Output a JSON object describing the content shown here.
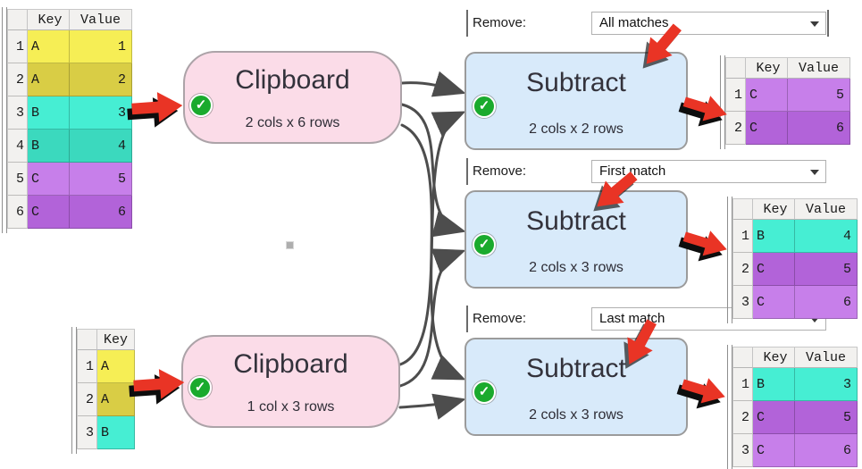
{
  "palette": {
    "node_pink": "#fbdce8",
    "node_blue": "#d8eafa",
    "connector_gray": "#4d4d4d",
    "arrow_red": "#e93425",
    "check_green": "#1aaa2d",
    "yellow_light": "#f6ee55",
    "yellow_dark": "#d9cd45",
    "teal_light": "#46eed3",
    "teal_dark": "#3bd9be",
    "purple_light": "#c77fea",
    "purple_dark": "#b263d9"
  },
  "icons": {
    "check": "✓"
  },
  "left": {
    "table6": {
      "headers": [
        "Key",
        "Value"
      ],
      "rows": [
        {
          "n": "1",
          "key": "A",
          "value": "1",
          "bg": "#f6ee55"
        },
        {
          "n": "2",
          "key": "A",
          "value": "2",
          "bg": "#d9cd45"
        },
        {
          "n": "3",
          "key": "B",
          "value": "3",
          "bg": "#46eed3"
        },
        {
          "n": "4",
          "key": "B",
          "value": "4",
          "bg": "#3bd9be"
        },
        {
          "n": "5",
          "key": "C",
          "value": "5",
          "bg": "#c77fea"
        },
        {
          "n": "6",
          "key": "C",
          "value": "6",
          "bg": "#b263d9"
        }
      ]
    },
    "table3": {
      "headers": [
        "Key"
      ],
      "rows": [
        {
          "n": "1",
          "key": "A",
          "bg": "#f6ee55"
        },
        {
          "n": "2",
          "key": "A",
          "bg": "#d9cd45"
        },
        {
          "n": "3",
          "key": "B",
          "bg": "#46eed3"
        }
      ]
    }
  },
  "nodes": {
    "clipboard1": {
      "title": "Clipboard",
      "subtitle": "2 cols x 6 rows"
    },
    "clipboard2": {
      "title": "Clipboard",
      "subtitle": "1 col x 3 rows"
    },
    "subtract1": {
      "title": "Subtract",
      "subtitle": "2 cols x 2 rows"
    },
    "subtract2": {
      "title": "Subtract",
      "subtitle": "2 cols x 3 rows"
    },
    "subtract3": {
      "title": "Subtract",
      "subtitle": "2 cols x 3 rows"
    }
  },
  "options": {
    "row1": {
      "label": "Remove:",
      "value": "All matches"
    },
    "row2": {
      "label": "Remove:",
      "value": "First match"
    },
    "row3": {
      "label": "Remove:",
      "value": "Last match"
    }
  },
  "results": {
    "table1": {
      "headers": [
        "Key",
        "Value"
      ],
      "rows": [
        {
          "n": "1",
          "key": "C",
          "value": "5",
          "bg": "#c77fea"
        },
        {
          "n": "2",
          "key": "C",
          "value": "6",
          "bg": "#b263d9"
        }
      ]
    },
    "table2": {
      "headers": [
        "Key",
        "Value"
      ],
      "rows": [
        {
          "n": "1",
          "key": "B",
          "value": "4",
          "bg": "#46eed3"
        },
        {
          "n": "2",
          "key": "C",
          "value": "5",
          "bg": "#b263d9"
        },
        {
          "n": "3",
          "key": "C",
          "value": "6",
          "bg": "#c77fea"
        }
      ]
    },
    "table3": {
      "headers": [
        "Key",
        "Value"
      ],
      "rows": [
        {
          "n": "1",
          "key": "B",
          "value": "3",
          "bg": "#46eed3"
        },
        {
          "n": "2",
          "key": "C",
          "value": "5",
          "bg": "#b263d9"
        },
        {
          "n": "3",
          "key": "C",
          "value": "6",
          "bg": "#c77fea"
        }
      ]
    }
  }
}
